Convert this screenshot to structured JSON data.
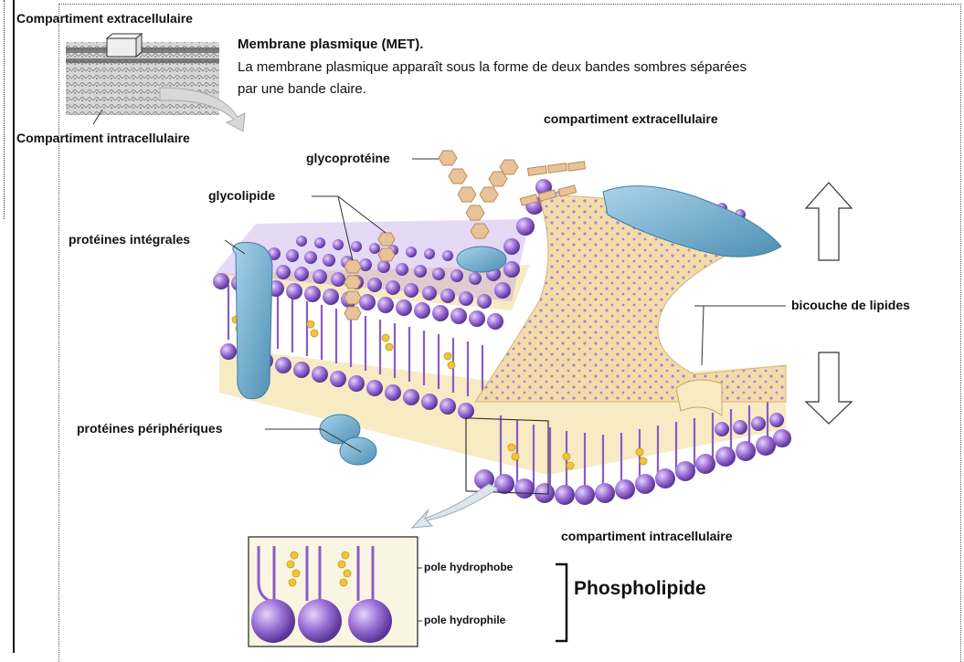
{
  "header": {
    "title": "Membrane plasmique (MET).",
    "description": "La membrane plasmique apparaît sous la forme de deux bandes sombres séparées par une bande claire."
  },
  "met": {
    "top_label": "Compartiment extracellulaire",
    "bottom_label": "Compartiment intracellulaire"
  },
  "diagram": {
    "extracellular": "compartiment extracellulaire",
    "intracellular": "compartiment intracellulaire",
    "glycoprotein": "glycoprotéine",
    "glycolipid": "glycolipide",
    "integral_proteins": "protéines intégrales",
    "peripheral_proteins": "protéines périphériques",
    "bilayer": "bicouche de lipides"
  },
  "inset": {
    "hydrophobic": "pole  hydrophobe",
    "hydrophilic": "pole  hydrophile",
    "name": "Phospholipide"
  },
  "colors": {
    "head": "#9b6fd6",
    "tail": "#8a5cc8",
    "protein": "#6fa8c9",
    "sugar": "#e8c39a",
    "bilayer_fill": "#f4dca8"
  }
}
